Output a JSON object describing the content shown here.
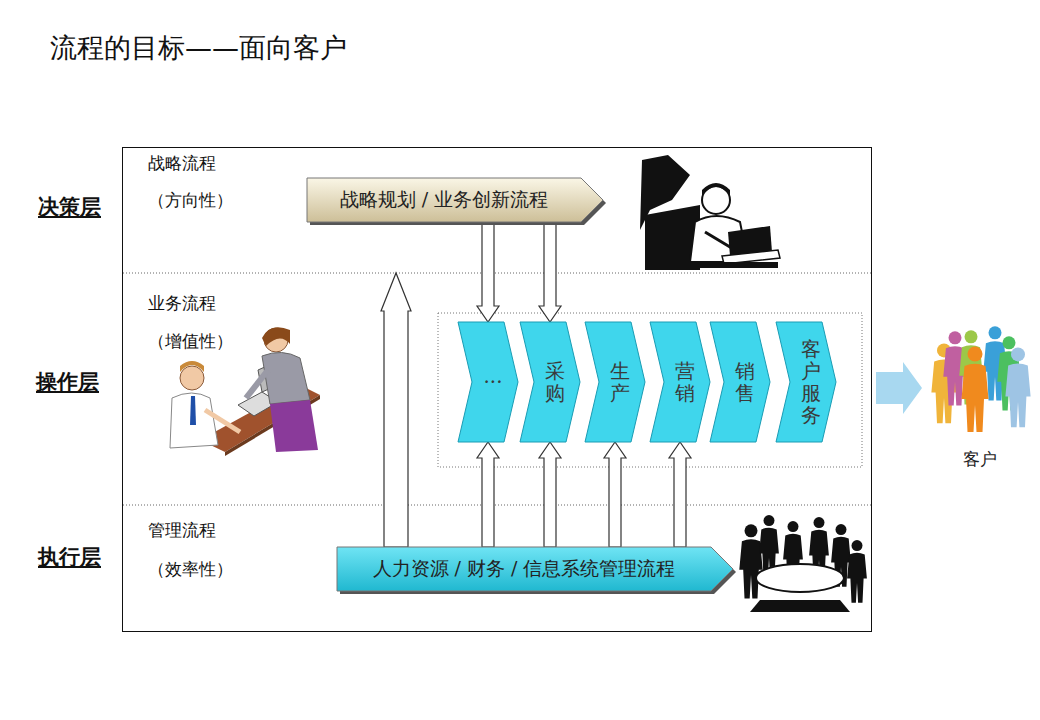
{
  "diagram": {
    "title": "流程的目标——面向客户",
    "nodes": [
      {
        "text": [
          "战略流程",
          "（方向性）"
        ]
      },
      {
        "text": [
          "战略规划 / 业务创新流程"
        ],
        "in": 0
      },
      {
        "text": [
          "业务流程",
          "（增值性）"
        ]
      },
      {
        "text": [
          "···"
        ],
        "in": 2
      },
      {
        "text": [
          "采购"
        ],
        "in": 2
      },
      {
        "text": [
          "生产"
        ],
        "in": 2
      },
      {
        "text": [
          "营销"
        ],
        "in": 2
      },
      {
        "text": [
          "销售"
        ],
        "in": 2
      },
      {
        "text": [
          "客户服务"
        ],
        "in": 2
      },
      {
        "text": [
          "管理流程",
          "（效率性）"
        ]
      },
      {
        "text": [
          "人力资源 / 财务 / 信息系统管理流程"
        ],
        "in": 9
      }
    ],
    "edges": [
      {
        "from": 1,
        "to": 3,
        "arrow": "to"
      },
      {
        "from": 1,
        "to": 4,
        "arrow": "to"
      },
      {
        "from": 10,
        "to": 3,
        "arrow": "to"
      },
      {
        "from": 10,
        "to": 4,
        "arrow": "to"
      },
      {
        "from": 10,
        "to": 5,
        "arrow": "to"
      },
      {
        "from": 10,
        "to": 6,
        "arrow": "to"
      },
      {
        "from": 10,
        "to": 0,
        "arrow": "to"
      }
    ],
    "labels": [
      "决策层",
      "操作层",
      "执行层",
      "客户"
    ]
  }
}
